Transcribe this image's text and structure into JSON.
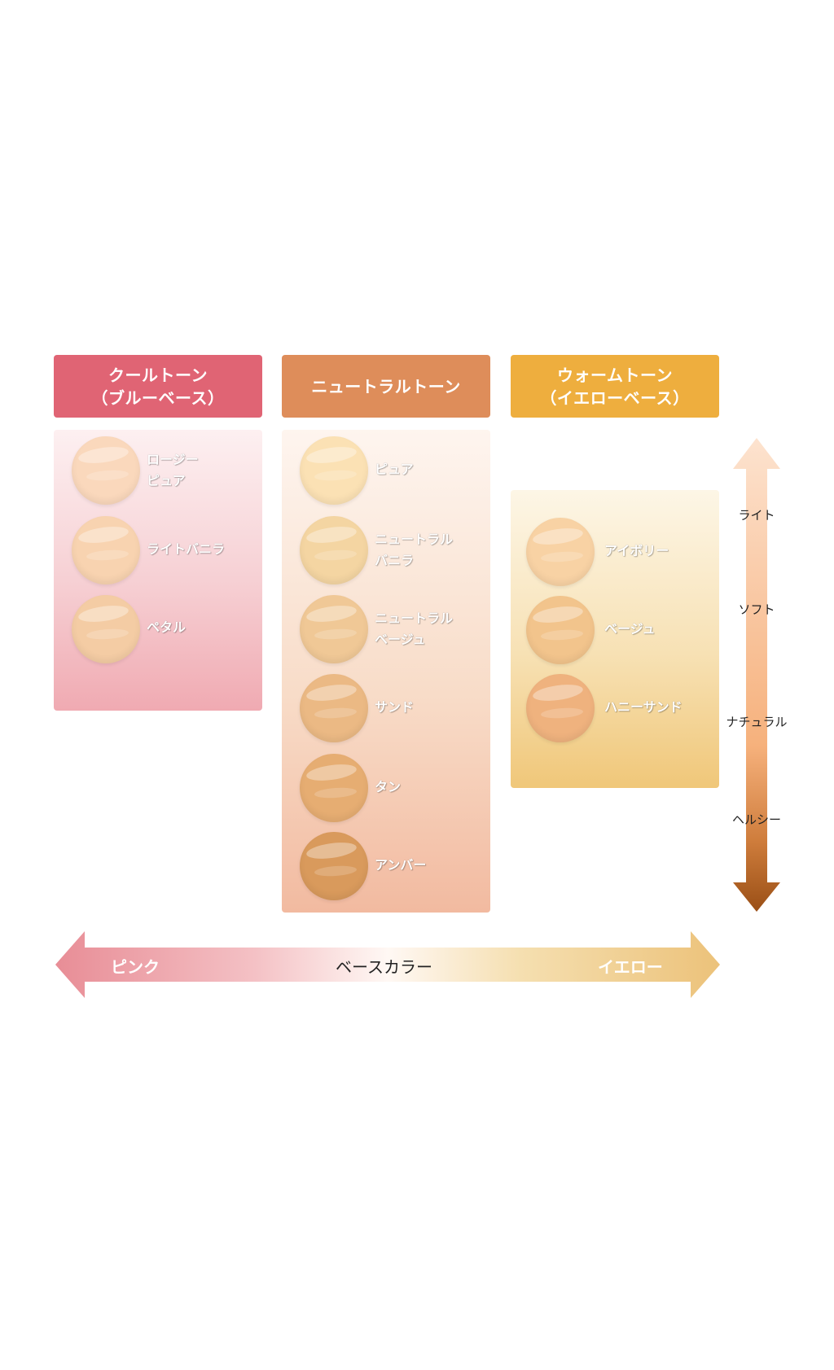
{
  "columns": [
    {
      "title": "クールトーン",
      "subtitle": "（ブルーベース）",
      "color": "#e06474",
      "shades": [
        {
          "label_lines": [
            "ロージー",
            "ピュア"
          ],
          "color": "#fad8bc"
        },
        {
          "label_lines": [
            "ライトバニラ"
          ],
          "color": "#f8d3b0"
        },
        {
          "label_lines": [
            "ペタル"
          ],
          "color": "#f4cca4"
        }
      ]
    },
    {
      "title": "ニュートラルトーン",
      "subtitle": "",
      "color": "#de8d5a",
      "shades": [
        {
          "label_lines": [
            "ピュア"
          ],
          "color": "#fbe1b4"
        },
        {
          "label_lines": [
            "ニュートラル",
            "バニラ"
          ],
          "color": "#f4d5a2"
        },
        {
          "label_lines": [
            "ニュートラル",
            "ベージュ"
          ],
          "color": "#f0c896"
        },
        {
          "label_lines": [
            "サンド"
          ],
          "color": "#ebb984"
        },
        {
          "label_lines": [
            "タン"
          ],
          "color": "#e6ad72"
        },
        {
          "label_lines": [
            "アンバー"
          ],
          "color": "#d99a5c"
        }
      ]
    },
    {
      "title": "ウォームトーン",
      "subtitle": "（イエローベース）",
      "color": "#eeae3e",
      "shades": [
        {
          "label_lines": [
            "アイボリー"
          ],
          "color": "#f8d2a4"
        },
        {
          "label_lines": [
            "ベージュ"
          ],
          "color": "#f2c48c"
        },
        {
          "label_lines": [
            "ハニーサンド"
          ],
          "color": "#efb27e"
        }
      ]
    }
  ],
  "vertical_scale": {
    "labels": [
      "ライト",
      "ソフト",
      "ナチュラル",
      "ヘルシー"
    ]
  },
  "base_color_axis": {
    "label": "ベースカラー",
    "left": "ピンク",
    "right": "イエロー"
  }
}
